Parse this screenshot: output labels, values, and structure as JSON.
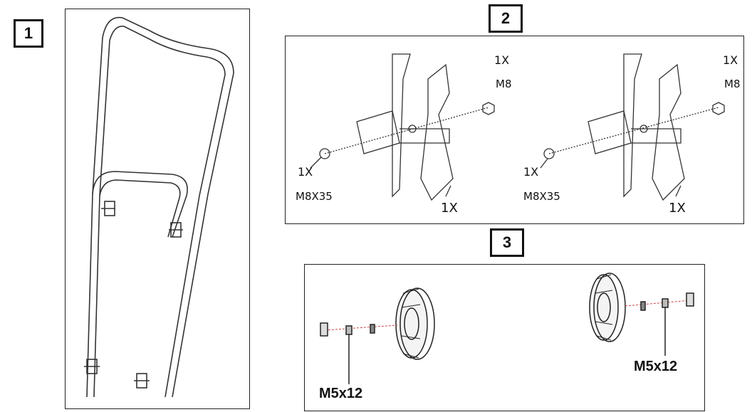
{
  "steps": {
    "step1": "1",
    "step2": "2",
    "step3": "3"
  },
  "panel2": {
    "left": {
      "nut_qty": "1X",
      "nut_size": "M8",
      "bolt_qty": "1X",
      "bolt_size": "M8X35",
      "tine_qty": "1X"
    },
    "right": {
      "nut_qty": "1X",
      "nut_size": "M8",
      "bolt_qty": "1X",
      "bolt_size": "M8X35",
      "tine_qty": "1X"
    }
  },
  "panel3": {
    "left_screw": "M5x12",
    "right_screw": "M5x12"
  }
}
